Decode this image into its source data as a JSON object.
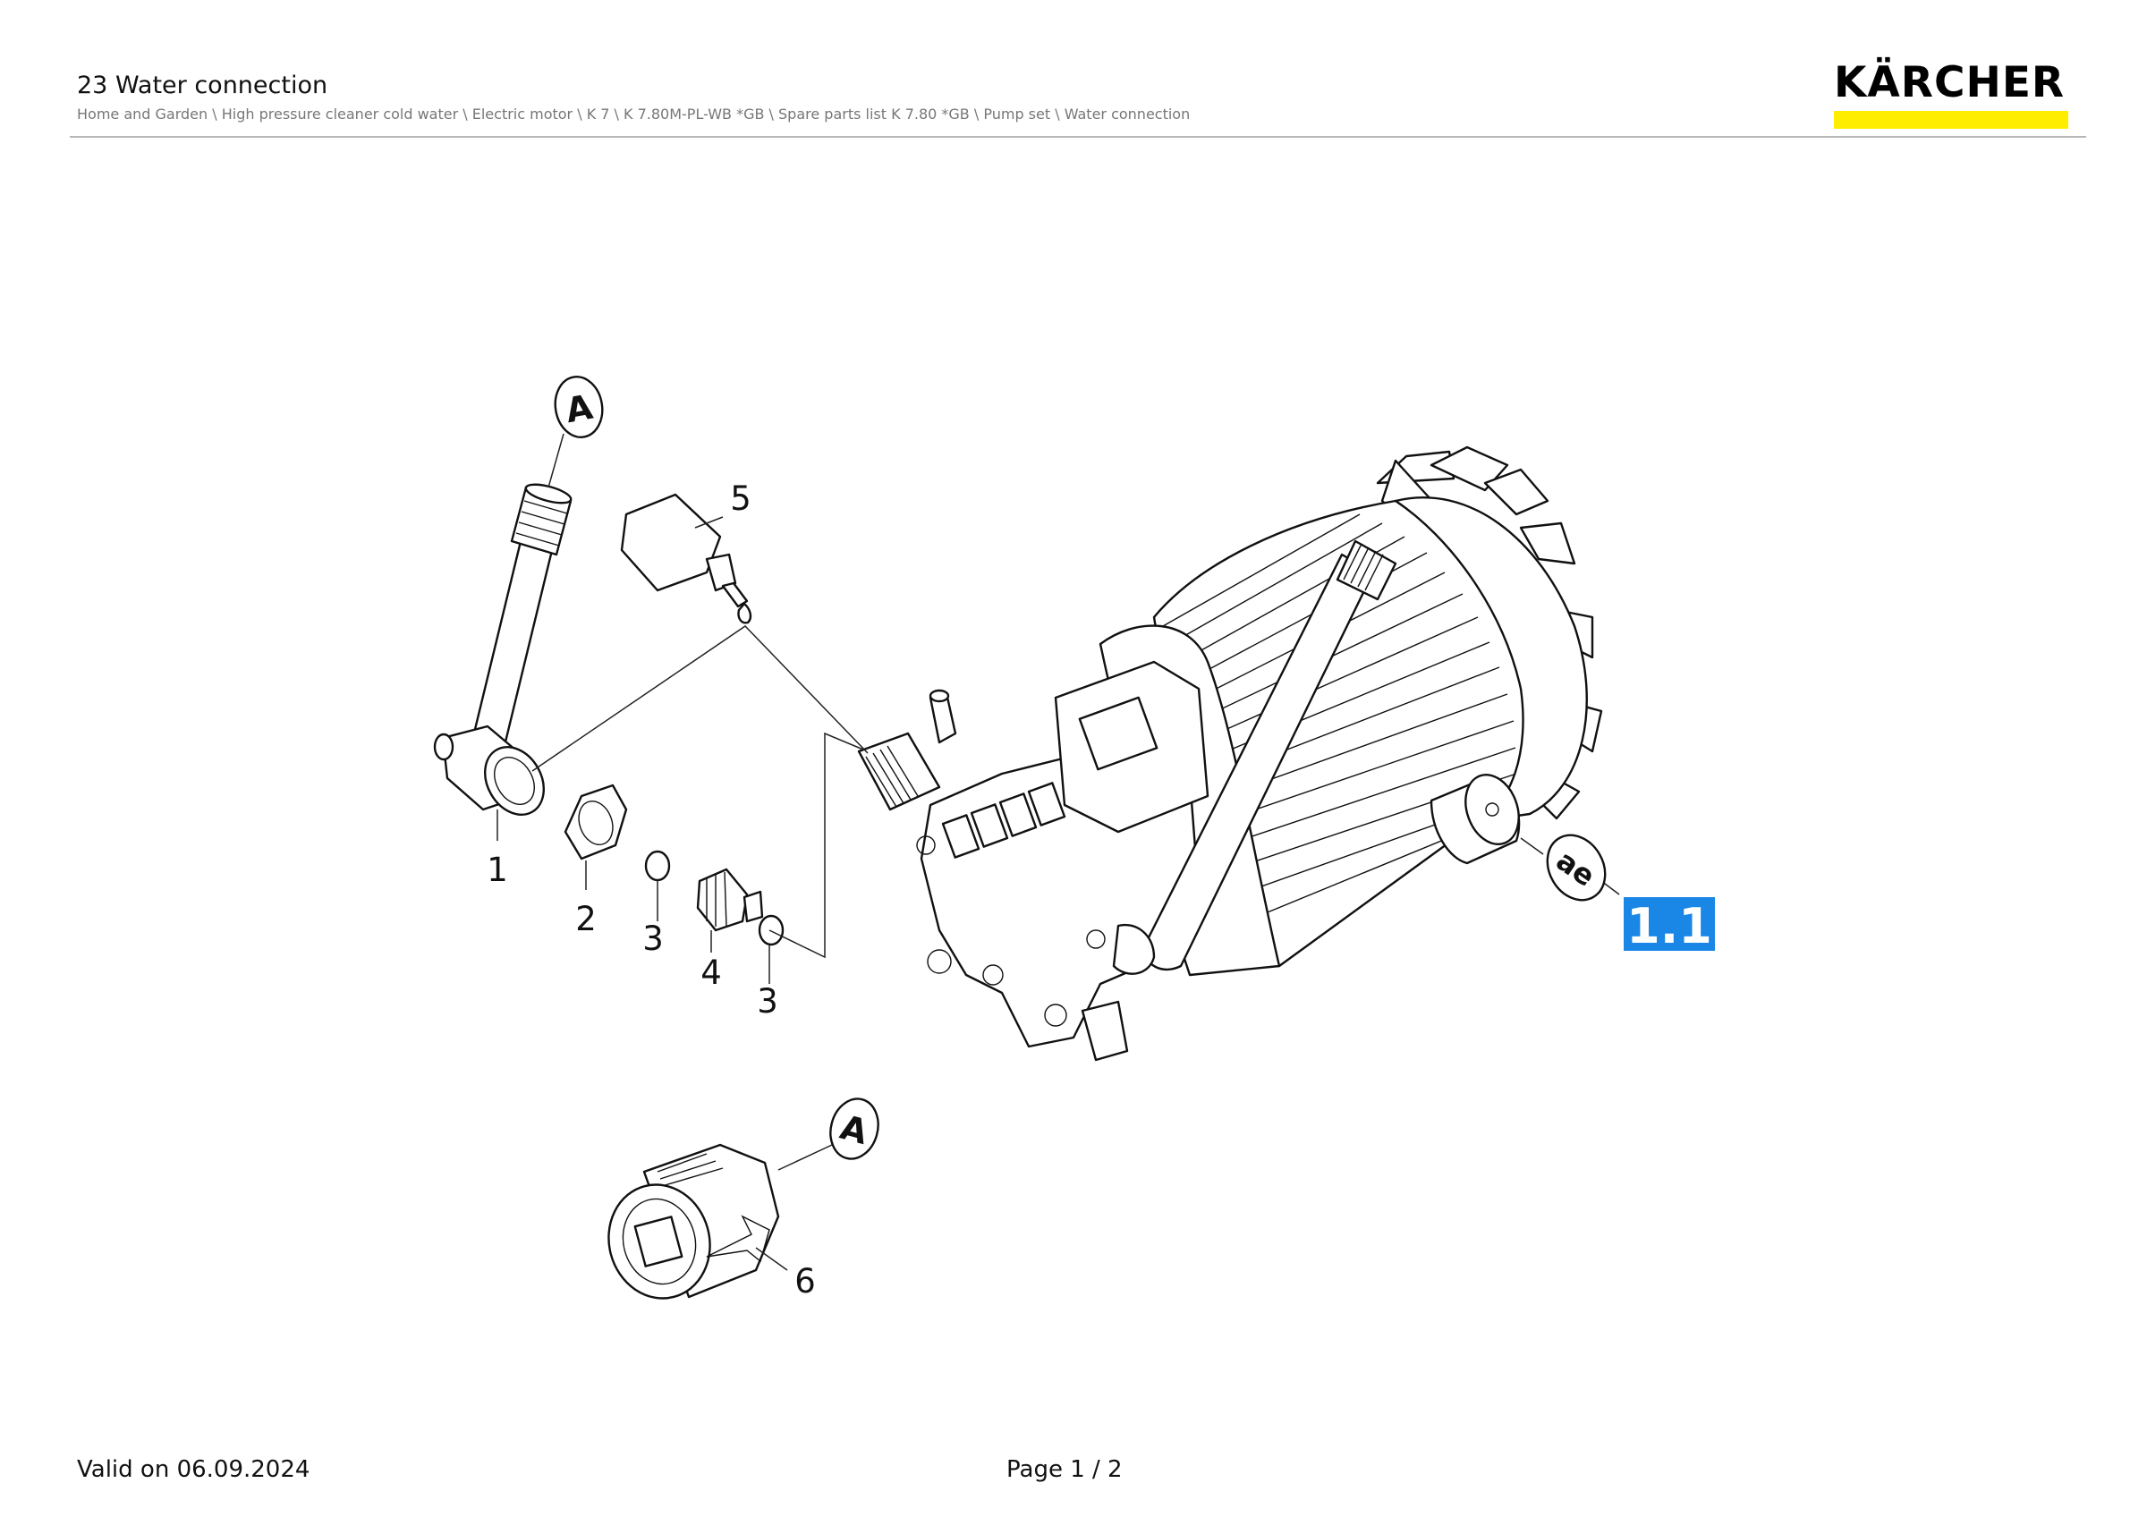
{
  "header": {
    "title": "23 Water connection",
    "breadcrumb": "Home and Garden \\ High pressure cleaner cold water \\ Electric motor \\ K 7 \\ K 7.80M-PL-WB *GB \\ Spare parts list K 7.80 *GB \\ Pump set \\ Water connection",
    "logo": "KÄRCHER",
    "logo_color": "#ffed00"
  },
  "diagram": {
    "callouts": [
      "1",
      "2",
      "3",
      "4",
      "3",
      "5",
      "6"
    ],
    "reference_marks": [
      "A",
      "A",
      "ae"
    ],
    "badge": {
      "label": "1.1",
      "color": "#1a86e6"
    }
  },
  "footer": {
    "valid": "Valid on 06.09.2024",
    "page": "Page 1 / 2"
  }
}
